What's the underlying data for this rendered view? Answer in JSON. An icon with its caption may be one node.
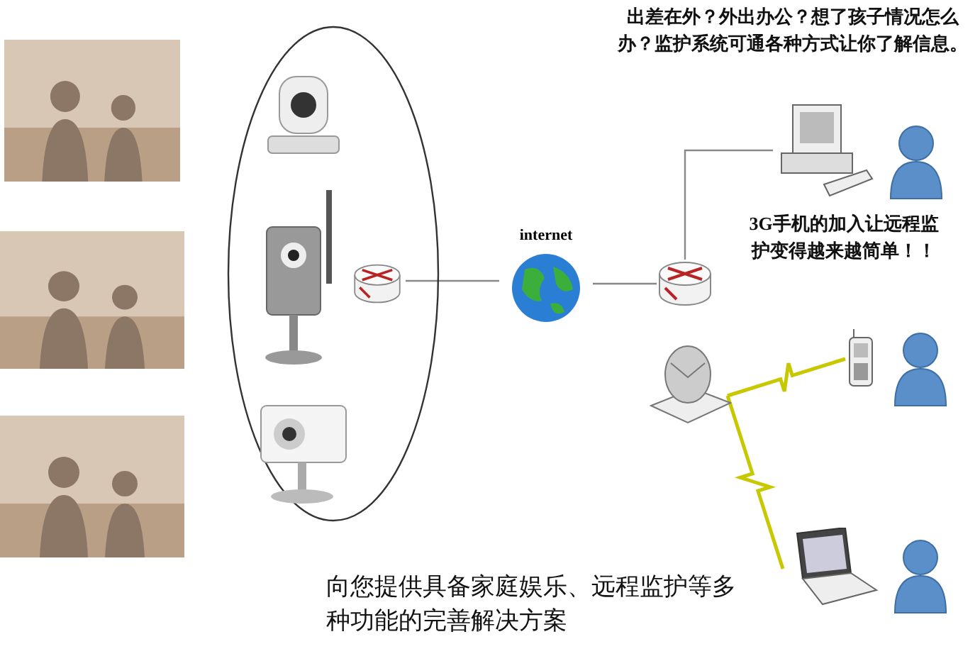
{
  "diagram": {
    "nodes": [
      {
        "text": [],
        "shape": "picture"
      },
      {
        "text": [],
        "shape": "picture"
      },
      {
        "text": [],
        "shape": "picture"
      },
      {
        "text": [],
        "shape": "circle"
      },
      {
        "text": [],
        "shape": "picture",
        "in": 3
      },
      {
        "text": [],
        "shape": "picture",
        "in": 3
      },
      {
        "text": [],
        "shape": "picture",
        "in": 3
      },
      {
        "text": [],
        "shape": "picture",
        "in": 3
      },
      {
        "text": [
          "internet"
        ]
      },
      {
        "text": [],
        "shape": "picture"
      },
      {
        "text": [],
        "shape": "picture"
      },
      {
        "text": [],
        "shape": "person"
      },
      {
        "text": [],
        "shape": "picture"
      },
      {
        "text": [],
        "shape": "picture"
      },
      {
        "text": [],
        "shape": "person"
      },
      {
        "text": [],
        "shape": "picture"
      },
      {
        "text": [],
        "shape": "person"
      }
    ],
    "edges": [
      {
        "from": 7,
        "to": 8,
        "arrow": "none"
      },
      {
        "from": 8,
        "to": 9,
        "arrow": "none"
      },
      {
        "from": 9,
        "to": 10,
        "arrow": "none"
      },
      {
        "from": 12,
        "to": 13,
        "arrow": "none",
        "color": "#c8c800"
      },
      {
        "from": 12,
        "to": 15,
        "arrow": "none",
        "color": "#c8c800"
      }
    ],
    "labels": [
      "出差在外？外出办公？想了孩子情况怎么办？监护系统可通各种方式让你了解信息。",
      "3G手机的加入让远程监护变得越来越简单！！",
      "向您提供具备家庭娱乐、远程监护等多种功能的完善解决方案"
    ]
  }
}
